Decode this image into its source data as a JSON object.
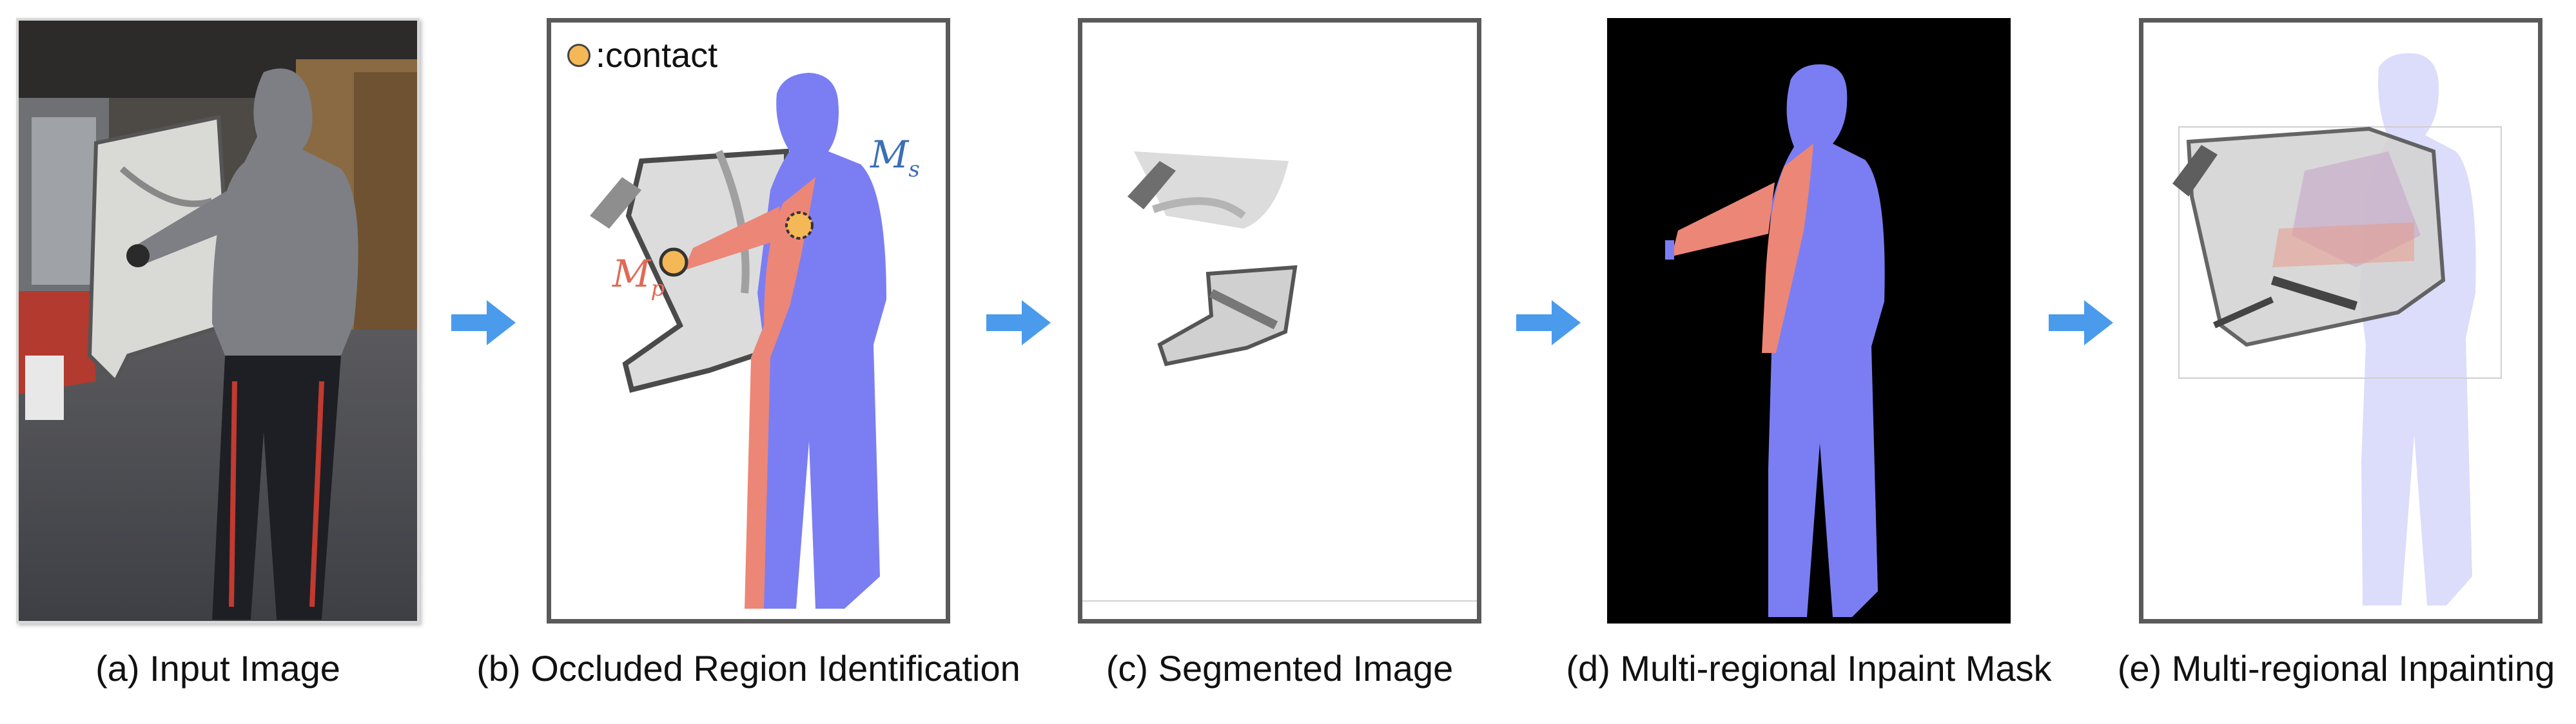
{
  "captions": {
    "a": "(a) Input Image",
    "b": "(b) Occluded Region Identification",
    "c": "(c) Segmented Image",
    "d": "(d) Multi-regional Inpaint Mask",
    "e": "(e) Multi-regional Inpainting"
  },
  "legend": {
    "label": ":contact"
  },
  "labels": {
    "ms": "M",
    "ms_sub": "s",
    "mp": "M",
    "mp_sub": "p"
  },
  "colors": {
    "arrow": "#4a9bec",
    "human_blue": "#7b7ef2",
    "occluded_red": "#ec8677",
    "contact": "#f5b856",
    "label_blue": "#3b6fb6",
    "label_red": "#e06a56"
  },
  "icons": [
    "right-arrow-icon",
    "contact-dot-icon"
  ]
}
